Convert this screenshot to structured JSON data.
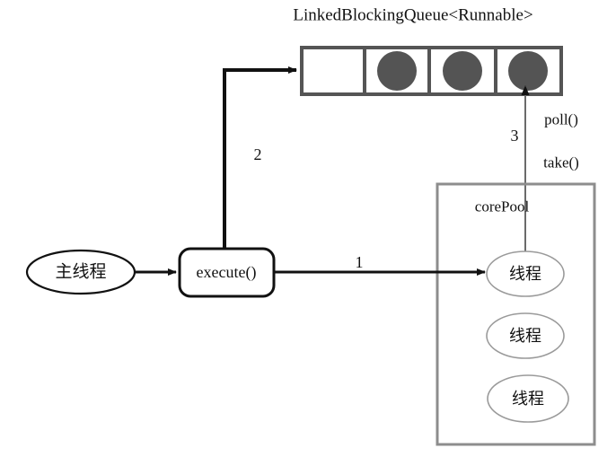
{
  "diagram": {
    "title": "LinkedBlockingQueue<Runnable>",
    "background_color": "#ffffff",
    "stroke_dark": "#111111",
    "stroke_gray": "#6b6b6b",
    "stroke_light": "#9a9a9a",
    "task_fill": "#545454"
  },
  "queue": {
    "title": "LinkedBlockingQueue<Runnable>",
    "cells": [
      {
        "index": 0,
        "has_task": false
      },
      {
        "index": 1,
        "has_task": true
      },
      {
        "index": 2,
        "has_task": true
      },
      {
        "index": 3,
        "has_task": true
      }
    ]
  },
  "main_thread": {
    "label": "主线程"
  },
  "execute": {
    "label": "execute()"
  },
  "core_pool": {
    "label": "corePool",
    "threads": [
      {
        "label": "线程"
      },
      {
        "label": "线程"
      },
      {
        "label": "线程"
      }
    ]
  },
  "steps": {
    "one": "1",
    "two": "2",
    "three": "3"
  },
  "queue_methods": {
    "poll": "poll()",
    "take": "take()"
  }
}
